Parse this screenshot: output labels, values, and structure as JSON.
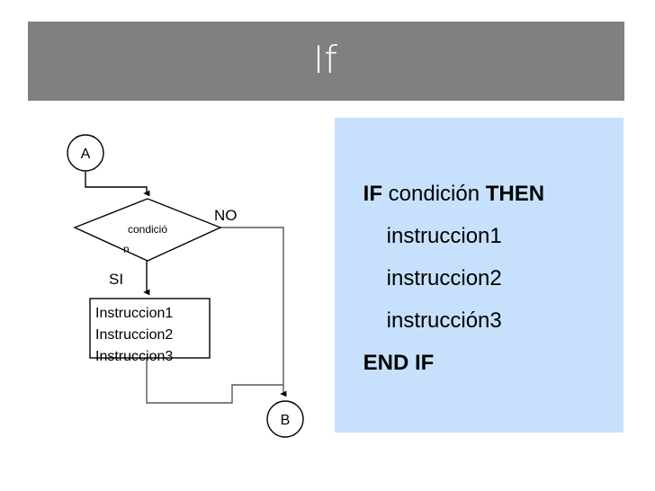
{
  "slide": {
    "title": "If",
    "background_color": "#ffffff"
  },
  "banner": {
    "background_color": "#808080",
    "title_color": "#ffffff"
  },
  "flowchart": {
    "start_connector_label": "A",
    "end_connector_label": "B",
    "decision_label": "condició n",
    "decision_label_line1": "condició",
    "decision_label_line2": "n",
    "branch_yes_label": "SI",
    "branch_no_label": "NO",
    "process_lines": [
      "Instruccion1",
      "Instruccion2",
      "Instruccion3"
    ],
    "shape_fill": "#ffffff",
    "shape_stroke": "#000000",
    "connector_stroke": "#595959"
  },
  "pseudocode": {
    "background_color": "#c7e1fc",
    "lines": [
      {
        "keyword1": "IF ",
        "normal": "condición ",
        "keyword2": "THEN",
        "indent": false
      },
      {
        "keyword1": "",
        "normal": "instruccion1",
        "keyword2": "",
        "indent": true
      },
      {
        "keyword1": "",
        "normal": "instruccion2",
        "keyword2": "",
        "indent": true
      },
      {
        "keyword1": "",
        "normal": "instrucción3",
        "keyword2": "",
        "indent": true
      },
      {
        "keyword1": "END IF",
        "normal": "",
        "keyword2": "",
        "indent": false
      }
    ]
  }
}
